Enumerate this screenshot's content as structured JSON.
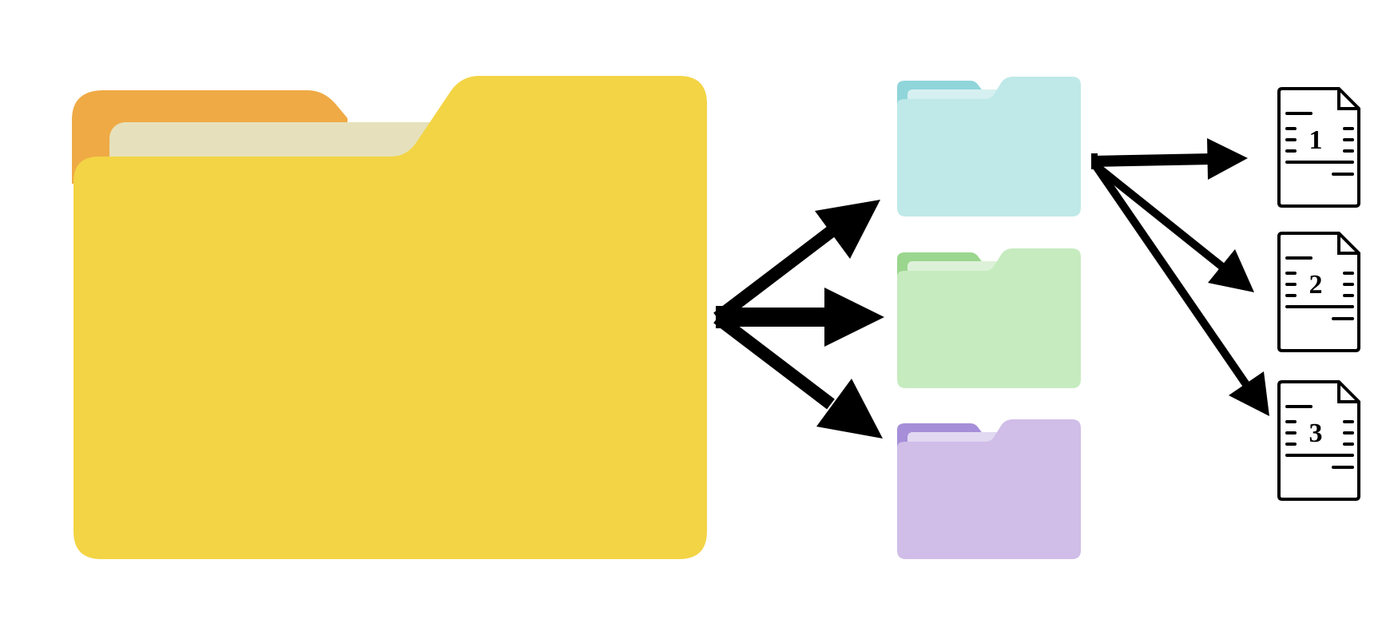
{
  "colors": {
    "background": "#ffffff",
    "arrow": "#000000",
    "main_folder": {
      "back": "#EFAA45",
      "paper": "#E6E1BC",
      "front": "#F3D444"
    },
    "folders": [
      {
        "name": "cyan-folder",
        "back": "#8FD5DA",
        "paper": "#D6F0F1",
        "front": "#BEE9E8"
      },
      {
        "name": "green-folder",
        "back": "#9AD68E",
        "paper": "#DDF1D8",
        "front": "#C6EBBF"
      },
      {
        "name": "purple-folder",
        "back": "#A68ED8",
        "paper": "#E1D8F1",
        "front": "#D0BDE8"
      }
    ]
  },
  "icons": {
    "main_folder": "folder-icon",
    "sub_folders": [
      "folder-icon",
      "folder-icon",
      "folder-icon"
    ],
    "documents": [
      "document-icon",
      "document-icon",
      "document-icon"
    ]
  },
  "documents": [
    {
      "label": "1"
    },
    {
      "label": "2"
    },
    {
      "label": "3"
    }
  ]
}
